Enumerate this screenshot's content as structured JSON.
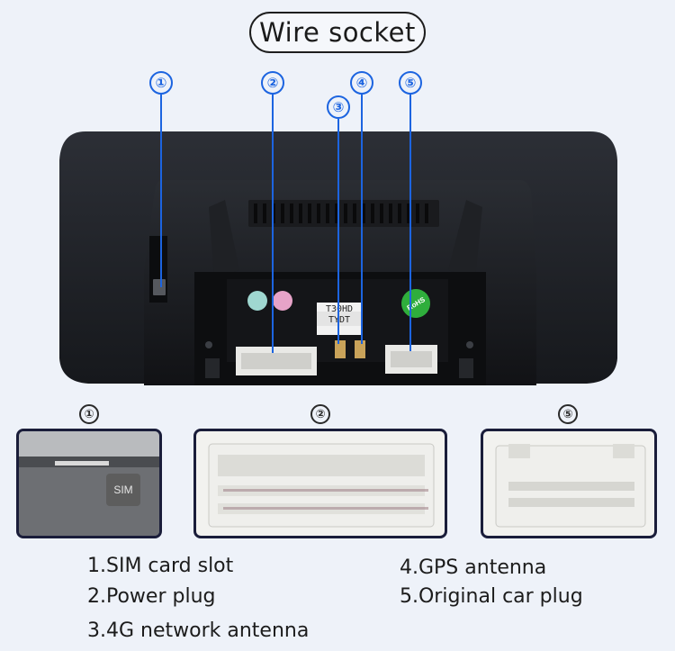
{
  "title": "Wire socket",
  "callouts": [
    "①",
    "②",
    "③",
    "④",
    "⑤"
  ],
  "detail_callouts": [
    "①",
    "②",
    "⑤"
  ],
  "sim_text": "SIM",
  "sticker_text": [
    "T30HD",
    "TYDT"
  ],
  "rohs_text": "RoHS",
  "legend": {
    "item1": "1.SIM card slot",
    "item2": "2.Power plug",
    "item3": "3.4G network antenna",
    "item4": "4.GPS antenna",
    "item5": "5.Original car plug"
  },
  "colors": {
    "accent": "#1c64e0",
    "background": "#eef2f9",
    "frame": "#1a1d3a"
  }
}
